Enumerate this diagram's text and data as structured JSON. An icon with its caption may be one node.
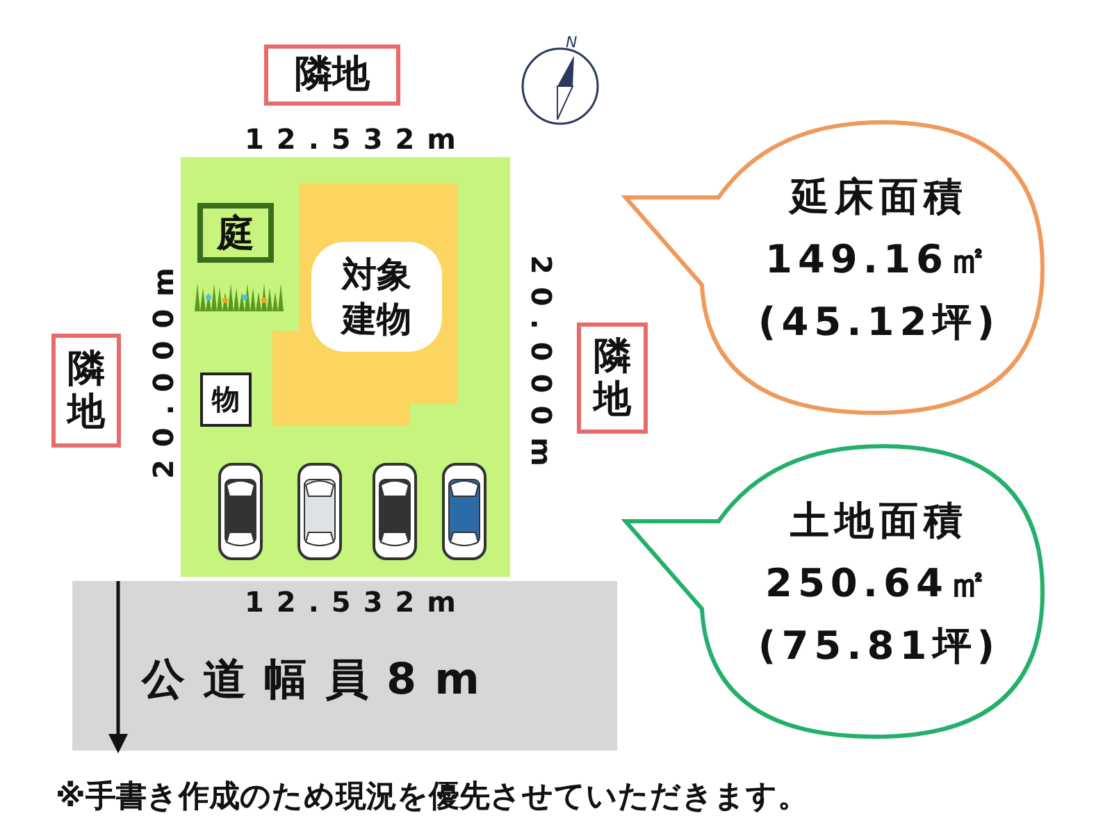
{
  "diagram": {
    "nodes": [
      {
        "text": [
          "隣地"
        ]
      },
      {
        "text": [
          "隣地"
        ]
      },
      {
        "text": [
          "隣地"
        ]
      },
      {
        "text": [],
        "shape": "box"
      },
      {
        "text": [
          "対象建物"
        ],
        "in": 3
      },
      {
        "text": [
          "庭"
        ],
        "in": 3
      },
      {
        "text": [
          "物"
        ],
        "in": 3
      },
      {
        "text": [
          "公道幅員8m"
        ]
      },
      {
        "text": [
          "延床面積",
          "149.16㎡",
          "(45.12坪)"
        ]
      },
      {
        "text": [
          "土地面積",
          "250.64㎡",
          "(75.81坪)"
        ]
      }
    ],
    "labels": [
      "N",
      "12.532m",
      "20.000m",
      "20.000m",
      "12.532m",
      "※手書き作成のため現況を優先させていただきます。"
    ]
  }
}
